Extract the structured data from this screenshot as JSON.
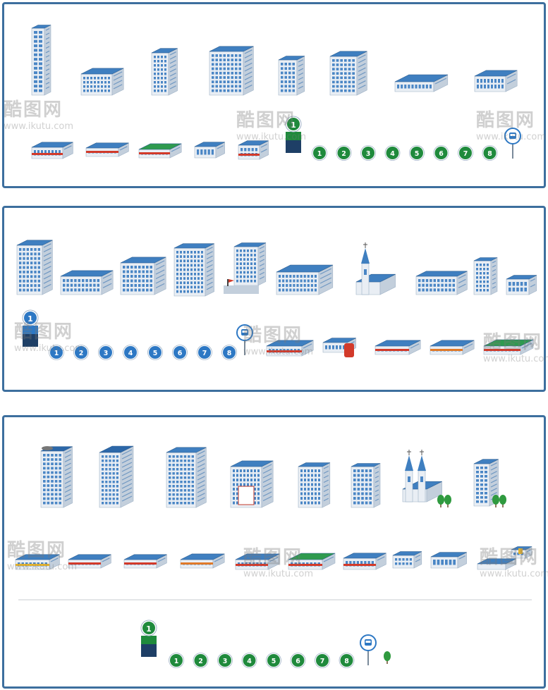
{
  "watermark": {
    "brand": "酷图网",
    "url": "www.ikutu.com"
  },
  "number_markers": [
    "1",
    "2",
    "3",
    "4",
    "5",
    "6",
    "7",
    "8"
  ],
  "colors": {
    "frame": "#3d6f9e",
    "roof_blue": "#3f7fc0",
    "wall_light": "#e9eef4",
    "wall_shade": "#c3cfdc",
    "window": "#4a86c5",
    "green_roof": "#2e9a4e",
    "marker_green": "#1f8a3c",
    "marker_blue": "#2d78c4",
    "red_accent": "#d23a2a"
  },
  "icons": {
    "panel1_row1": [
      "skyscraper-icon",
      "office-block-icon",
      "hotel-tower-icon",
      "apartment-slab-icon",
      "tower-icon",
      "office-tower-icon",
      "stadium-icon",
      "warehouse-icon"
    ],
    "panel1_row2": [
      "hospital-icon",
      "store-icon",
      "green-roof-shop-icon",
      "house-icon",
      "school-icon",
      "location-pin-icon",
      "bus-stop-icon"
    ],
    "panel2_row1": [
      "curved-tower-icon",
      "school-icon",
      "office-icon",
      "apartment-icon",
      "flag-building-icon",
      "arena-icon",
      "church-icon",
      "town-hall-icon",
      "tower-icon",
      "house-icon"
    ],
    "panel2_row2": [
      "location-pin-icon",
      "bus-stop-icon",
      "hospital-icon",
      "post-office-icon",
      "store-icon",
      "station-icon",
      "green-roof-shop-icon"
    ],
    "panel3_row1": [
      "glass-tower-icon",
      "glass-tower-icon",
      "office-tower-icon",
      "bank-icon",
      "apartment-icon",
      "tower-icon",
      "cathedral-icon",
      "narrow-tower-icon"
    ],
    "panel3_row2": [
      "gas-station-icon",
      "store-icon",
      "shop-icon",
      "station-icon",
      "restaurant-icon",
      "green-roof-shop-icon",
      "hospital-icon",
      "house-icon",
      "house-icon",
      "port-icon"
    ],
    "panel3_row3": [
      "location-pin-icon",
      "bus-stop-icon",
      "tree-icon"
    ]
  }
}
